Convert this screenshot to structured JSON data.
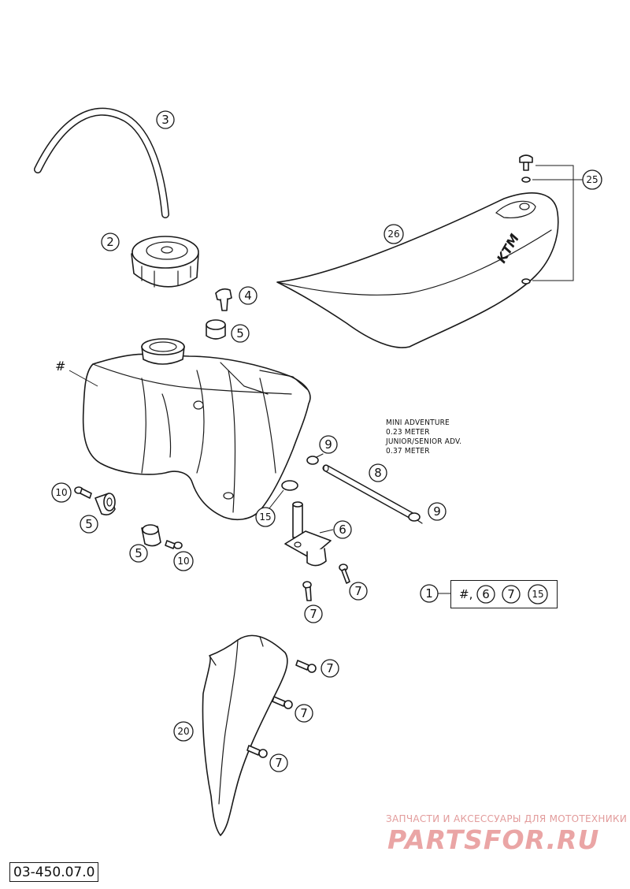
{
  "callouts": {
    "hose": "3",
    "cap": "2",
    "clip": "4",
    "bushing_upper": "5",
    "seat": "26",
    "seat_screw": "25",
    "tank": "#",
    "hose_clamp_upper": "9",
    "fuel_line": "8",
    "hose_clamp_lower": "9",
    "oring": "15",
    "fuel_tap": "6",
    "tap_screw_right": "7",
    "tap_screw_left": "7",
    "collar_screw_left": "10",
    "bushing_left": "5",
    "bushing_mid": "5",
    "collar_screw_mid": "10",
    "spoiler": "20",
    "spoiler_screw_top": "7",
    "spoiler_screw_mid": "7",
    "spoiler_screw_bottom": "7"
  },
  "fuel_line_note": {
    "line1": "MINI ADVENTURE",
    "line2": "0.23 METER",
    "line3": "JUNIOR/SENIOR ADV.",
    "line4": "0.37 METER"
  },
  "set": {
    "number": "1",
    "contents_prefix": "#,",
    "items": [
      "6",
      "7",
      "15"
    ]
  },
  "seat_logo": "KTM",
  "watermark": {
    "subtitle": "ЗАПЧАСТИ И АКСЕССУАРЫ ДЛЯ МОТОТЕХНИКИ",
    "brand": "PARTSFOR.RU"
  },
  "document_code": "03-450.07.0"
}
